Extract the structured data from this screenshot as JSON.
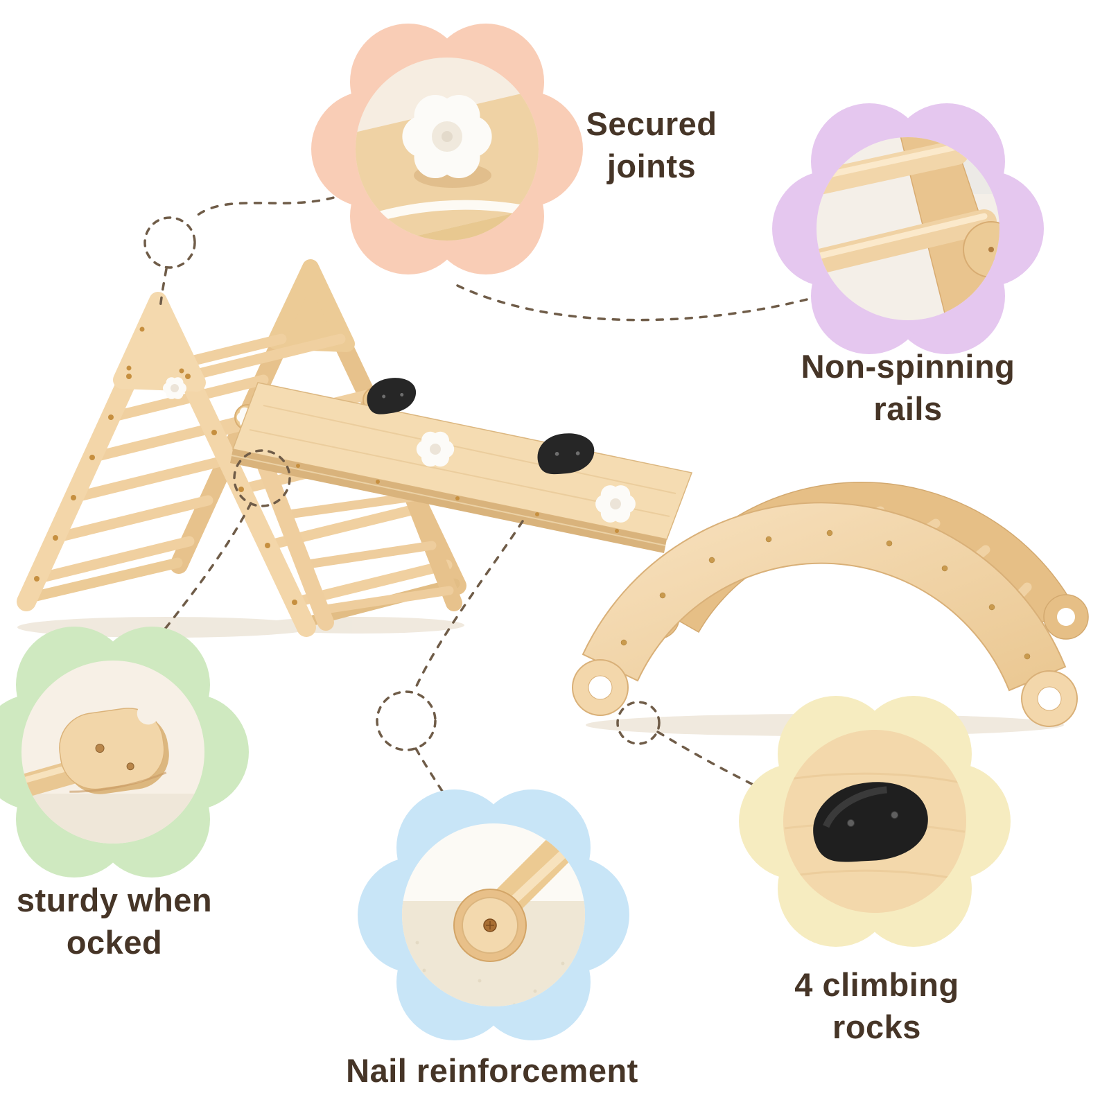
{
  "figure": {
    "type": "product-feature-infographic",
    "subject": "wooden climbing triangle set with ramp and rocking arch"
  },
  "callouts": {
    "secured_joints": {
      "line1": "Secured",
      "line2": "joints",
      "flower_color": "#f9cdb6"
    },
    "non_spinning_rails": {
      "line1": "Non-spinning",
      "line2": "rails",
      "flower_color": "#e5c7ef"
    },
    "sturdy_when_locked": {
      "line1": "sturdy when",
      "line2": "ocked",
      "flower_color": "#cfe9c0"
    },
    "nail_reinforcement": {
      "line1": "Nail reinforcement",
      "flower_color": "#c8e5f7"
    },
    "climbing_rocks": {
      "line1": "4 climbing",
      "line2": "rocks",
      "flower_color": "#f6ecc0"
    }
  },
  "palette": {
    "text": "#463527",
    "wood_light": "#f4d9ae",
    "wood_mid": "#ecca92",
    "wood_dark": "#d9b37c",
    "hardware_gold": "#c68f3f",
    "rock_black": "#232323",
    "knob_white": "#fcfbf8",
    "leader_line": "#6f5c48"
  }
}
